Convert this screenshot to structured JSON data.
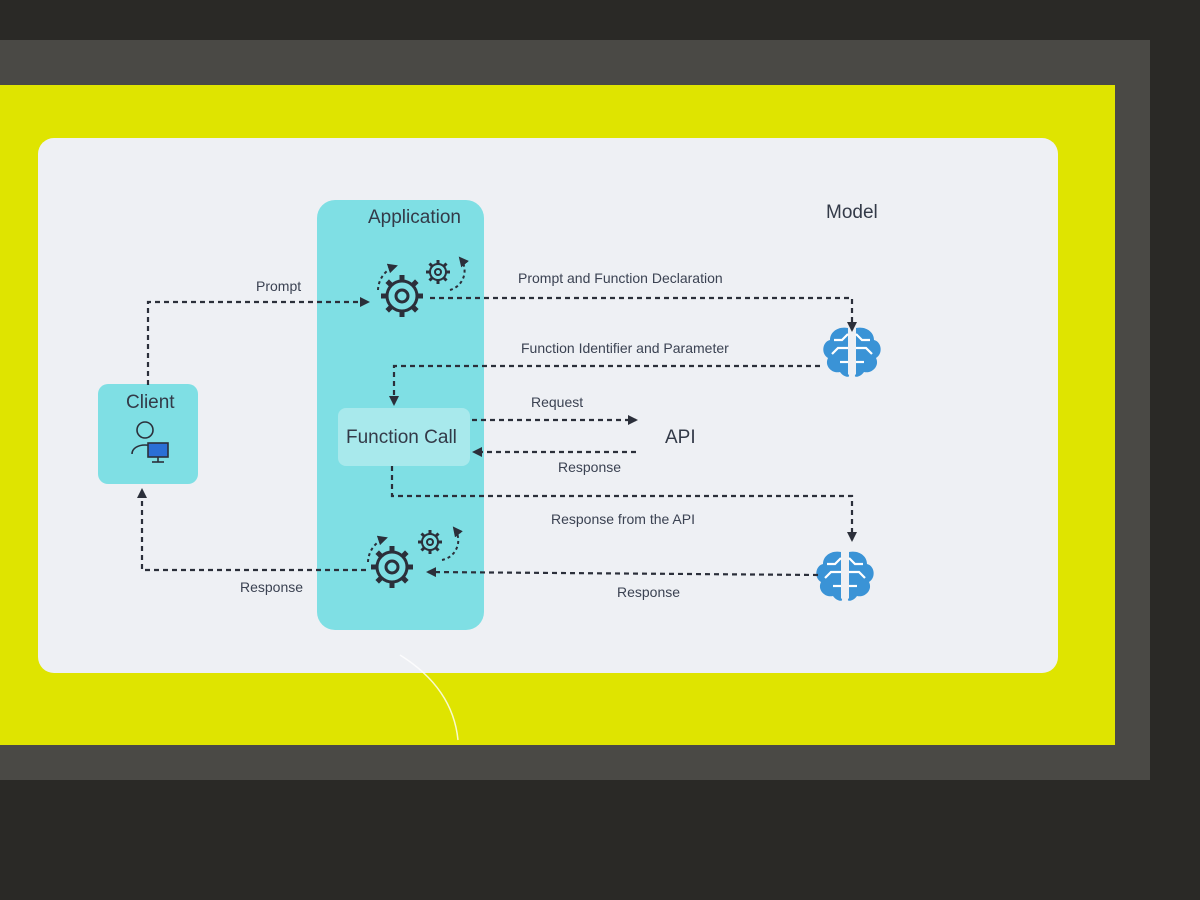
{
  "diagram": {
    "nodes": {
      "application": "Application",
      "model": "Model",
      "client": "Client",
      "function_call": "Function Call",
      "api": "API"
    },
    "edges": {
      "prompt": "Prompt",
      "prompt_and_declaration": "Prompt and Function Declaration",
      "function_identifier": "Function Identifier and Parameter",
      "request": "Request",
      "api_response": "Response",
      "response_from_api": "Response from the API",
      "model_response": "Response",
      "client_response": "Response"
    }
  },
  "colors": {
    "slide_yellow": "#dfe400",
    "card_background": "#eef0f4",
    "node_teal": "#7fdfe4",
    "brain_blue": "#3a93d6",
    "arrow": "#2b2f3a"
  }
}
